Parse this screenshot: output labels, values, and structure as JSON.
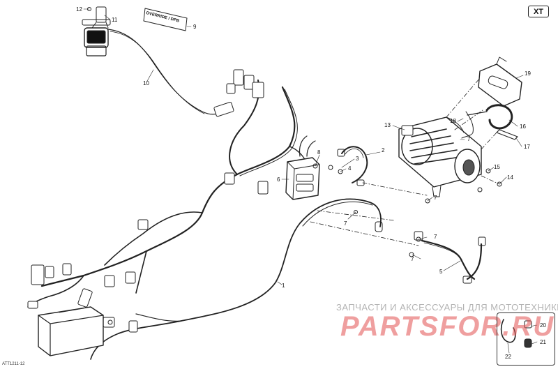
{
  "model_badge": "XT",
  "override_label": "OVERRIDE",
  "dpb_label": "DPB",
  "reference_code": "ATT1211-12",
  "watermark": {
    "tagline": "ЗАПЧАСТИ И АКСЕССУАРЫ ДЛЯ МОТОТЕХНИКИ",
    "brand": "PARTSFOR.RU",
    "color": "#e05050"
  },
  "callouts": {
    "n1": "1",
    "n2": "2",
    "n3": "3",
    "n4": "4",
    "n5": "5",
    "n6": "6",
    "n7a": "7",
    "n7b": "7",
    "n7c": "7",
    "n7d": "7",
    "n7e": "7",
    "n8": "8",
    "n9": "9",
    "n10": "10",
    "n11": "11",
    "n12": "12",
    "n13": "13",
    "n14": "14",
    "n15": "15",
    "n16": "16",
    "n17": "17",
    "n18": "18",
    "n19": "19",
    "n20": "20",
    "n21": "21",
    "n22": "22"
  }
}
